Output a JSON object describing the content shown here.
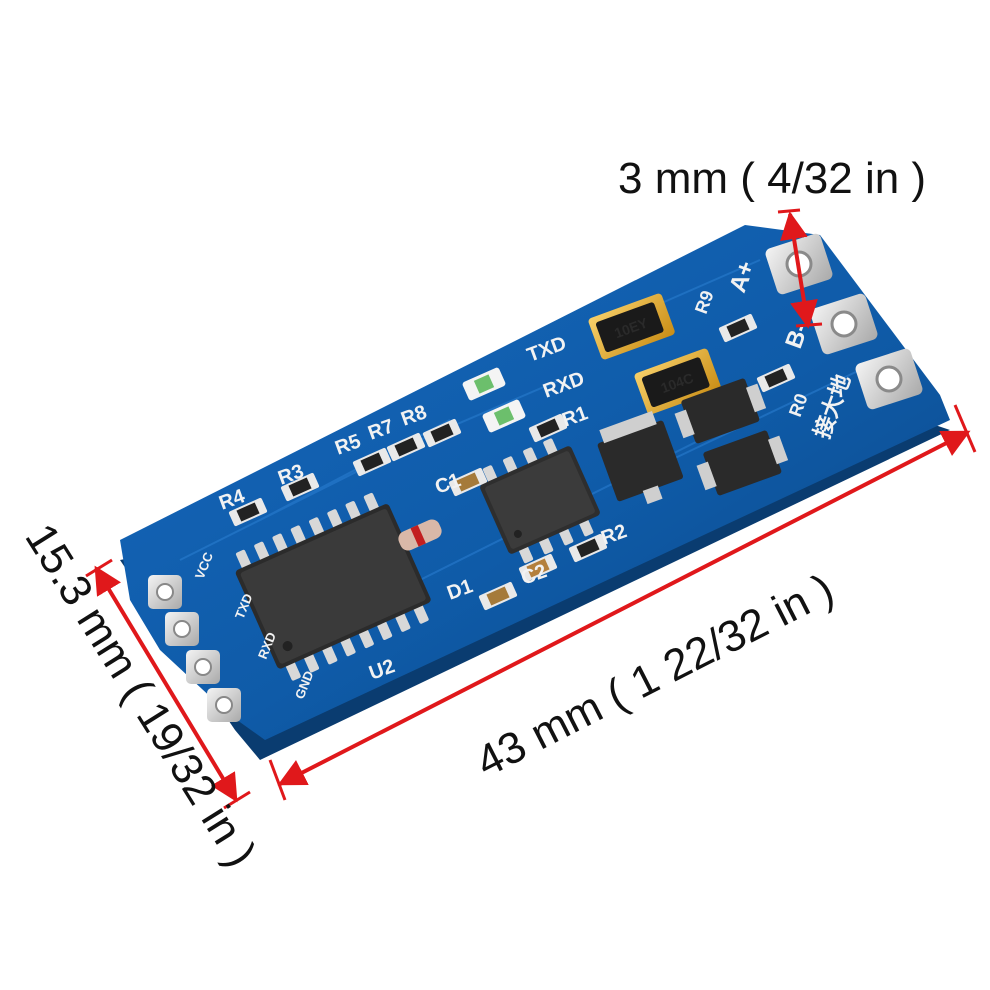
{
  "dimensions": {
    "pin_pitch": "3 mm ( 4/32 in )",
    "length": "43 mm ( 1 22/32 in )",
    "width": "15.3 mm ( 19/32 in )"
  },
  "silkscreen": {
    "txd": "TXD",
    "rxd": "RXD",
    "a_plus": "A+",
    "b_minus": "B-",
    "ground_cn": "接大地",
    "r0": "R0",
    "r1": "R1",
    "r2": "R2",
    "r3": "R3",
    "r4": "R4",
    "r5": "R5",
    "r7": "R7",
    "r8": "R8",
    "r9": "R9",
    "c1": "C1",
    "c2": "C2",
    "d1": "D1",
    "u2": "U2",
    "vcc": "VCC",
    "txd_pin": "TXD",
    "rxd_pin": "RXD",
    "gnd": "GND"
  },
  "chip_marks": {
    "tvs_a": "10EY",
    "tvs_b": "104C"
  },
  "colors": {
    "pcb": "#0f5ba8",
    "dimension_arrow": "#e0181b"
  }
}
